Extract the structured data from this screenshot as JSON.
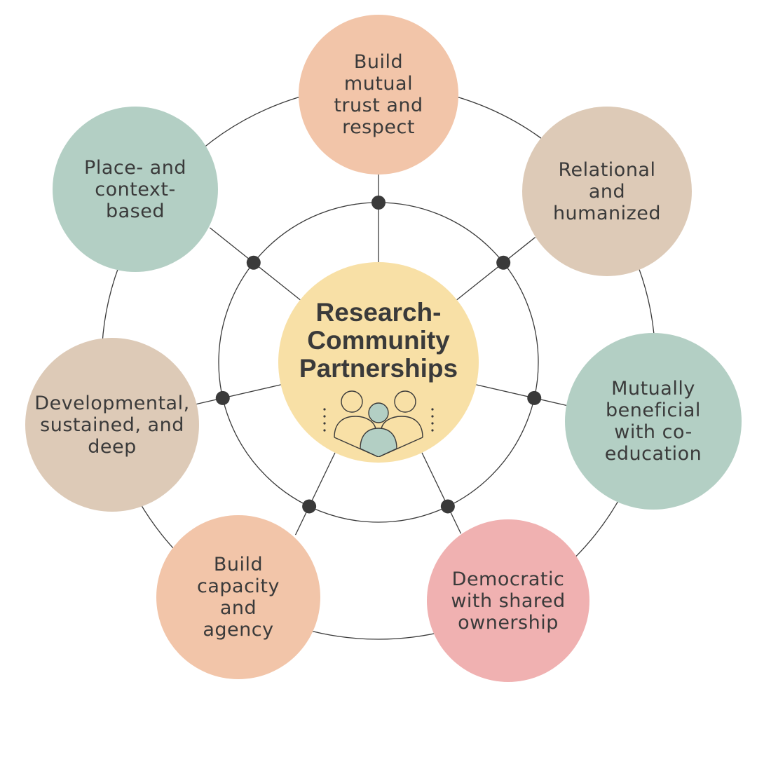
{
  "center": {
    "title": "Research-\nCommunity\nPartnerships",
    "icon": "community-people-icon",
    "color": "#f8e0a6"
  },
  "nodes": [
    {
      "label": "Build\nmutual\ntrust and\nrespect",
      "color": "#f2c5a9"
    },
    {
      "label": "Relational\nand\nhumanized",
      "color": "#ddcab7"
    },
    {
      "label": "Mutually\nbeneficial\nwith co-\neducation",
      "color": "#b3cfc4"
    },
    {
      "label": "Democratic\nwith shared\nownership",
      "color": "#f0b1b1"
    },
    {
      "label": "Build\ncapacity\nand\nagency",
      "color": "#f2c5a9"
    },
    {
      "label": "Developmental,\nsustained, and\ndeep",
      "color": "#ddcab7"
    },
    {
      "label": "Place- and\ncontext-\nbased",
      "color": "#b3cfc4"
    }
  ],
  "colors": {
    "line": "#3a3a3a",
    "junction": "#3a3a3a",
    "icon_fill": "#b3cfc4"
  }
}
